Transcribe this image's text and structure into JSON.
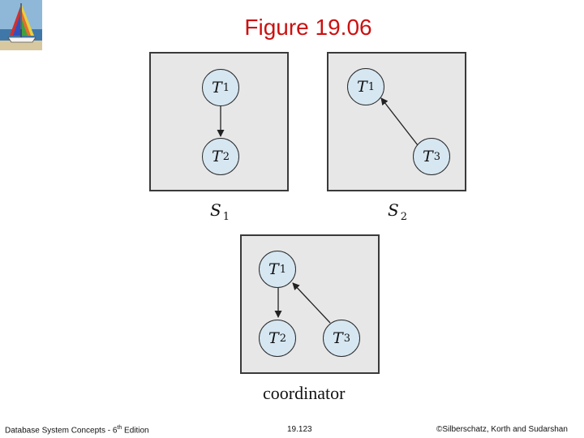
{
  "title": "Figure 19.06",
  "diagrams": {
    "s1": {
      "label": {
        "name": "S",
        "sub": "1"
      },
      "nodes": {
        "t1": {
          "name": "T",
          "sub": "1"
        },
        "t2": {
          "name": "T",
          "sub": "2"
        }
      }
    },
    "s2": {
      "label": {
        "name": "S",
        "sub": "2"
      },
      "nodes": {
        "t1": {
          "name": "T",
          "sub": "1"
        },
        "t3": {
          "name": "T",
          "sub": "3"
        }
      }
    },
    "coordinator": {
      "label": "coordinator",
      "nodes": {
        "t1": {
          "name": "T",
          "sub": "1"
        },
        "t2": {
          "name": "T",
          "sub": "2"
        },
        "t3": {
          "name": "T",
          "sub": "3"
        }
      }
    }
  },
  "footer": {
    "left_text": "Database System Concepts - 6",
    "left_sup": "th",
    "left_suffix": " Edition",
    "center": "19.123",
    "right": "©Silberschatz, Korth and Sudarshan"
  }
}
